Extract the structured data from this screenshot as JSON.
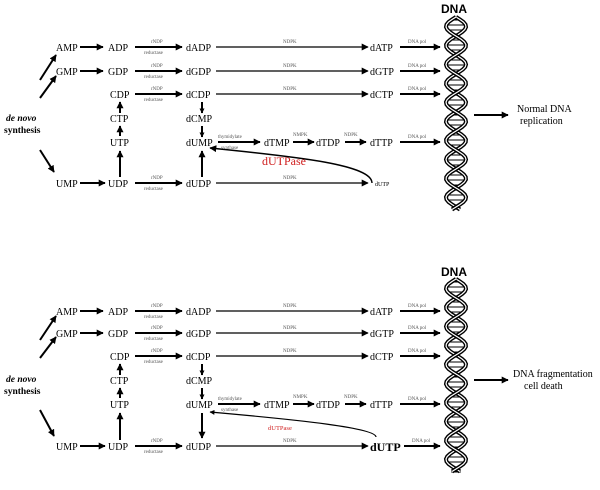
{
  "panel_a": {
    "nodes": {
      "amp": "AMP",
      "gmp": "GMP",
      "ump": "UMP",
      "adp": "ADP",
      "gdp": "GDP",
      "cdp": "CDP",
      "ctp": "CTP",
      "utp": "UTP",
      "udp": "UDP",
      "dadp": "dADP",
      "dgdp": "dGDP",
      "dcdp": "dCDP",
      "dcmp": "dCMP",
      "dump": "dUMP",
      "dudp": "dUDP",
      "datp": "dATP",
      "dgtp": "dGTP",
      "dctp": "dCTP",
      "dtmp": "dTMP",
      "dtdp": "dTDP",
      "dttp": "dTTP",
      "dutp": "dUTP"
    },
    "enzymes": {
      "rndp_1": "rNDP",
      "reductase_1": "reductase",
      "rndp_2": "rNDP",
      "reductase_2": "reductase",
      "rndp_3": "rNDP",
      "reductase_3": "reductase",
      "rndp_4": "rNDP",
      "reductase_4": "reductase",
      "ndpk_1": "NDPK",
      "ndpk_2": "NDPK",
      "ndpk_3": "NDPK",
      "ndpk_4": "NDPK",
      "nmpk": "NMPK",
      "thymidylate": "thymidylate",
      "synthase": "synthase",
      "dnapol_1": "DNA pol",
      "dnapol_2": "DNA pol",
      "dnapol_3": "DNA pol",
      "dnapol_4": "DNA pol"
    },
    "de_novo": "de novo",
    "synthesis": "synthesis",
    "dutpase": "dUTPase",
    "dna": "DNA",
    "outcome_line1": "Normal DNA",
    "outcome_line2": "replication"
  },
  "panel_b": {
    "nodes": {
      "amp": "AMP",
      "gmp": "GMP",
      "ump": "UMP",
      "adp": "ADP",
      "gdp": "GDP",
      "cdp": "CDP",
      "ctp": "CTP",
      "utp": "UTP",
      "udp": "UDP",
      "dadp": "dADP",
      "dgdp": "dGDP",
      "dcdp": "dCDP",
      "dcmp": "dCMP",
      "dump": "dUMP",
      "dudp": "dUDP",
      "datp": "dATP",
      "dgtp": "dGTP",
      "dctp": "dCTP",
      "dtmp": "dTMP",
      "dtdp": "dTDP",
      "dttp": "dTTP",
      "dutp": "dUTP"
    },
    "enzymes": {
      "rndp_1": "rNDP",
      "reductase_1": "reductase",
      "rndp_2": "rNDP",
      "reductase_2": "reductase",
      "rndp_3": "rNDP",
      "reductase_3": "reductase",
      "rndp_4": "rNDP",
      "reductase_4": "reductase",
      "ndpk_1": "NDPK",
      "ndpk_2": "NDPK",
      "ndpk_3": "NDPK",
      "ndpk_4": "NDPK",
      "nmpk": "NMPK",
      "thymidylate": "thymidylate",
      "synthase": "synthase",
      "dnapol_1": "DNA pol",
      "dnapol_2": "DNA pol",
      "dnapol_3": "DNA pol",
      "dnapol_4": "DNA pol",
      "dnapol_5": "DNA pol"
    },
    "de_novo": "de novo",
    "synthesis": "synthesis",
    "dutpase": "dUTPase",
    "dna": "DNA",
    "outcome_line1": "DNA fragmentation",
    "outcome_line2": "cell death"
  },
  "colors": {
    "dutpase_red": "#d02020",
    "ink": "#000000"
  }
}
